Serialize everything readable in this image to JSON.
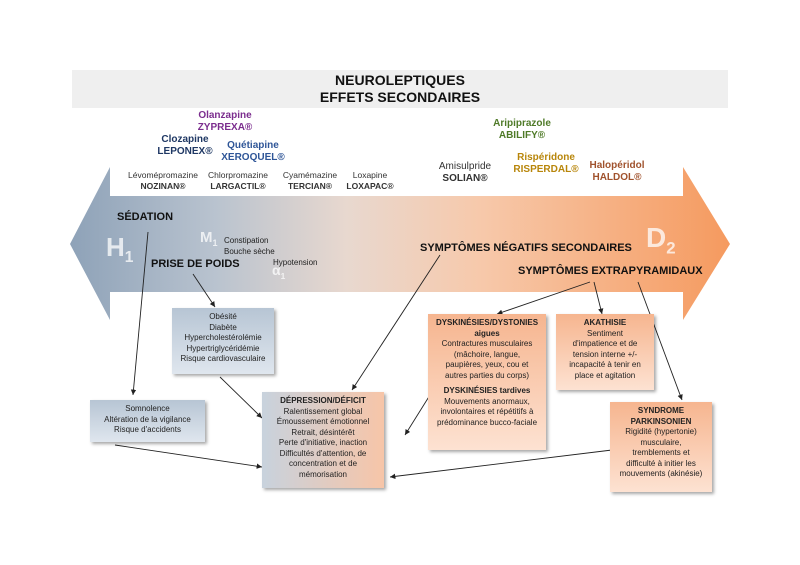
{
  "title": {
    "line1": "NEUROLEPTIQUES",
    "line2": "EFFETS SECONDAIRES"
  },
  "drugs": {
    "olanzapine": {
      "name": "Olanzapine",
      "brand": "ZYPREXA®",
      "color": "#7b2d8e"
    },
    "clozapine": {
      "name": "Clozapine",
      "brand": "LEPONEX®",
      "color": "#1f3864"
    },
    "quetiapine": {
      "name": "Quétiapine",
      "brand": "XEROQUEL®",
      "color": "#2e5597"
    },
    "levomepromazine": {
      "name": "Lévomépromazine",
      "brand": "NOZINAN®"
    },
    "chlorpromazine": {
      "name": "Chlorpromazine",
      "brand": "LARGACTIL®"
    },
    "cyamemazine": {
      "name": "Cyamémazine",
      "brand": "TERCIAN®"
    },
    "loxapine": {
      "name": "Loxapine",
      "brand": "LOXAPAC®"
    },
    "amisulpride": {
      "name": "Amisulpride",
      "brand": "SOLIAN®"
    },
    "aripiprazole": {
      "name": "Aripiprazole",
      "brand": "ABILIFY®",
      "color": "#4f7a28"
    },
    "risperidone": {
      "name": "Rispéridone",
      "brand": "RISPERDAL®",
      "color": "#b8860b"
    },
    "haloperidol": {
      "name": "Halopéridol",
      "brand": "HALDOL®",
      "color": "#a0522d"
    }
  },
  "arrow": {
    "h1": "H1",
    "m1": "M1",
    "alpha1": "α1",
    "d2": "D2",
    "sedation": "SÉDATION",
    "constipation": "Constipation",
    "bouche": "Bouche sèche",
    "prise_poids": "PRISE DE POIDS",
    "hypotension": "Hypotension",
    "symptomes_negatifs": "SYMPTÔMES NÉGATIFS SECONDAIRES",
    "symptomes_extrapyramidaux": "SYMPTÔMES EXTRAPYRAMIDAUX"
  },
  "boxes": {
    "poids": [
      "Obésité",
      "Diabète",
      "Hypercholestérolémie",
      "Hypertriglycéridémie",
      "Risque cardiovasculaire"
    ],
    "somnolence": [
      "Somnolence",
      "Altération de la vigilance",
      "Risque d'accidents"
    ],
    "depression": {
      "header": "DÉPRESSION/DÉFICIT",
      "lines": [
        "Ralentissement global",
        "Émoussement émotionnel",
        "Retrait, désintérêt",
        "Perte d'initiative, inaction",
        "Difficultés d'attention, de",
        "concentration et de",
        "mémorisation"
      ]
    },
    "dyskinesies": {
      "header1": "DYSKINÉSIES/DYSTONIES",
      "header2": "aigues",
      "lines1": [
        "Contractures musculaires",
        "(mâchoire, langue,",
        "paupières, yeux, cou et",
        "autres parties du corps)"
      ],
      "header3": "DYSKINÉSIES tardives",
      "lines2": [
        "Mouvements anormaux,",
        "involontaires et répétitifs à",
        "prédominance bucco-faciale"
      ]
    },
    "akathisie": {
      "header": "AKATHISIE",
      "lines": [
        "Sentiment",
        "d'impatience et de",
        "tension interne +/-",
        "incapacité à tenir en",
        "place et agitation"
      ]
    },
    "parkinson": {
      "header1": "SYNDROME",
      "header2": "PARKINSONIEN",
      "lines": [
        "Rigidité (hypertonie)",
        "musculaire,",
        "tremblements et",
        "difficulté à initier les",
        "mouvements (akinésie)"
      ]
    }
  }
}
